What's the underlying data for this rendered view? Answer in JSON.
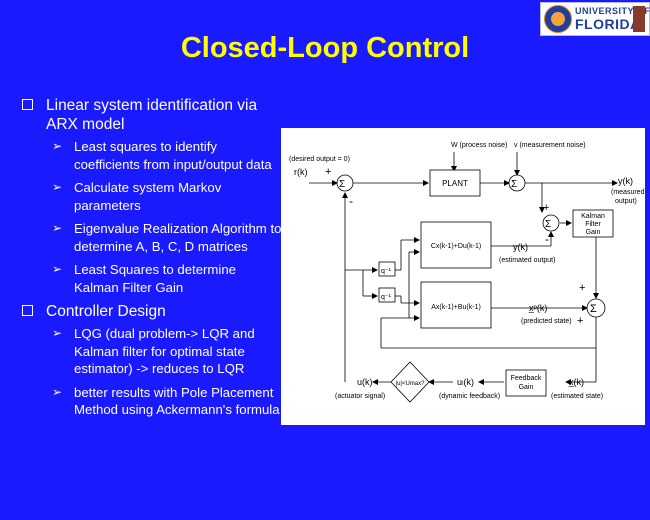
{
  "logo": {
    "line1": "UNIVERSITY OF",
    "line2": "FLORIDA"
  },
  "title": "Closed-Loop Control",
  "bullets": [
    {
      "text": "Linear system identification via ARX model",
      "subs": [
        "Least squares to identify coefficients from input/output data",
        "Calculate system Markov parameters",
        "Eigenvalue Realization Algorithm to determine A, B, C, D matrices",
        "Least Squares to determine Kalman Filter Gain"
      ]
    },
    {
      "text": "Controller Design",
      "subs": [
        "LQG (dual problem-> LQR and Kalman filter for optimal state estimator) -> reduces to LQR",
        "better results with Pole Placement Method using Ackermann's formula"
      ]
    }
  ],
  "diagram": {
    "desired_output": "(desired output = 0)",
    "r": "r(k)",
    "plus": "+",
    "minus": "-",
    "sigma": "Σ",
    "w": "W (process noise)",
    "v": "v (measurement noise)",
    "plant": "PLANT",
    "y": "y(k)",
    "measured1": "(measured",
    "measured2": "output)",
    "kalman1": "Kalman",
    "kalman2": "Filter",
    "kalman3": "Gain",
    "c_box": "Cx(k-1)+Du(k-1)",
    "yhat": "y(k)",
    "est_output": "(estimated output)",
    "q": "q⁻¹",
    "a_box": "Ax(k-1)+Bu(k-1)",
    "xp": "x̲ᵖ(k)",
    "predicted": "(predicted state)",
    "u": "u(k)",
    "actuator": "(actuator signal)",
    "cond": "|u|<Umax?",
    "ud": "uₗ(k)",
    "dyn_fb": "(dynamic feedback)",
    "fb1": "Feedback",
    "fb2": "Gain",
    "x": "x̲(k)",
    "est_state": "(estimated state)"
  }
}
